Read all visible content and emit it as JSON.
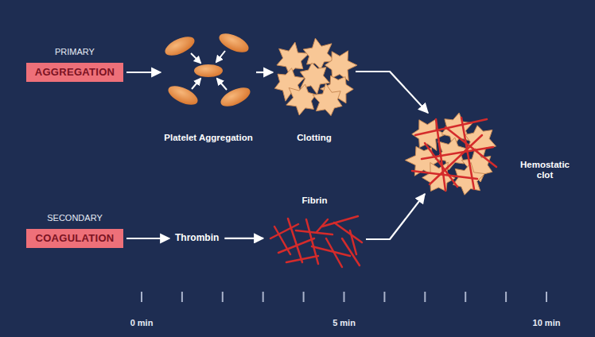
{
  "diagram": {
    "nodes": [
      {
        "text": [
          "PRIMARY",
          "AGGREGATION"
        ]
      },
      {
        "text": [
          "Platelet Aggregation"
        ]
      },
      {
        "text": [
          "Clotting"
        ]
      },
      {
        "text": [
          "Hemostatic clot"
        ]
      },
      {
        "text": [
          "SECONDARY",
          "COAGULATION"
        ]
      },
      {
        "text": [
          "Thrombin"
        ]
      },
      {
        "text": [
          "Fibrin"
        ]
      }
    ],
    "edges": [
      {
        "from": 0,
        "to": 1,
        "arrow": "to"
      },
      {
        "from": 1,
        "to": 2,
        "arrow": "to"
      },
      {
        "from": 2,
        "to": 3,
        "arrow": "to"
      },
      {
        "from": 4,
        "to": 5,
        "arrow": "to"
      },
      {
        "from": 5,
        "to": 6,
        "arrow": "to"
      },
      {
        "from": 6,
        "to": 3,
        "arrow": "to"
      }
    ],
    "labels": [
      "0 min",
      "5 min",
      "10 min"
    ]
  }
}
